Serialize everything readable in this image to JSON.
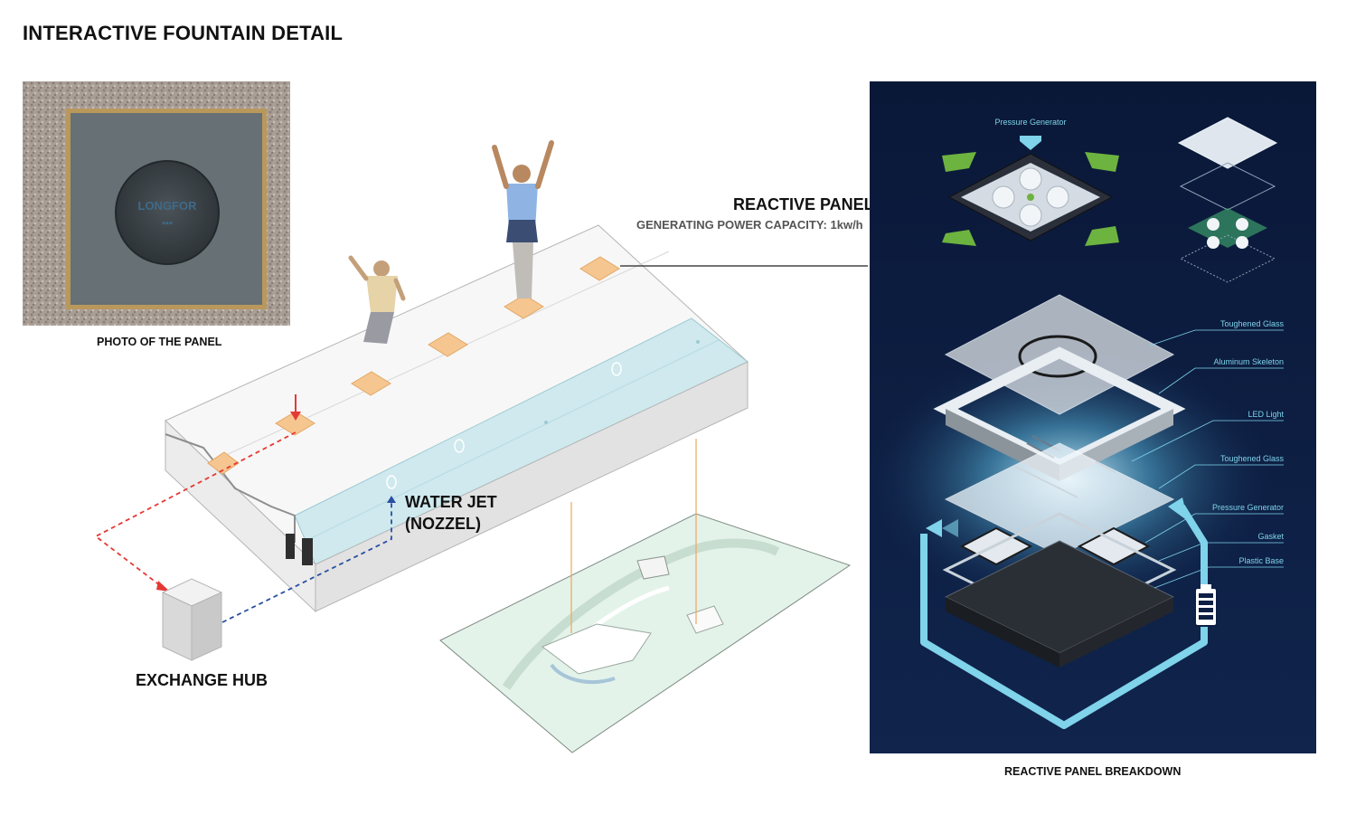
{
  "page": {
    "title": "INTERACTIVE FOUNTAIN DETAIL"
  },
  "photo": {
    "caption": "PHOTO OF THE PANEL",
    "logo_text": "LONGFOR"
  },
  "callouts": {
    "reactive_panel_title": "REACTIVE PANEL",
    "reactive_panel_sub": "GENERATING POWER CAPACITY: 1kw/h",
    "water_jet_line1": "WATER JET",
    "water_jet_line2": "(NOZZEL)",
    "exchange_hub": "EXCHANGE HUB"
  },
  "breakdown": {
    "caption": "REACTIVE PANEL BREAKDOWN",
    "top_label": "Pressure Generator",
    "layers": [
      "Toughened Glass",
      "Aluminum Skeleton",
      "LED Light",
      "Toughened Glass",
      "Pressure Generator",
      "Gasket",
      "Plastic Base"
    ]
  },
  "colors": {
    "panel_background": "#0d1f44",
    "accent_cyan": "#7fd3ea",
    "trigger_pad": "#f6c690",
    "water": "#cfe9ee",
    "red_line": "#e53935",
    "blue_line": "#2b4fa3",
    "arrow_green": "#6db33f"
  }
}
